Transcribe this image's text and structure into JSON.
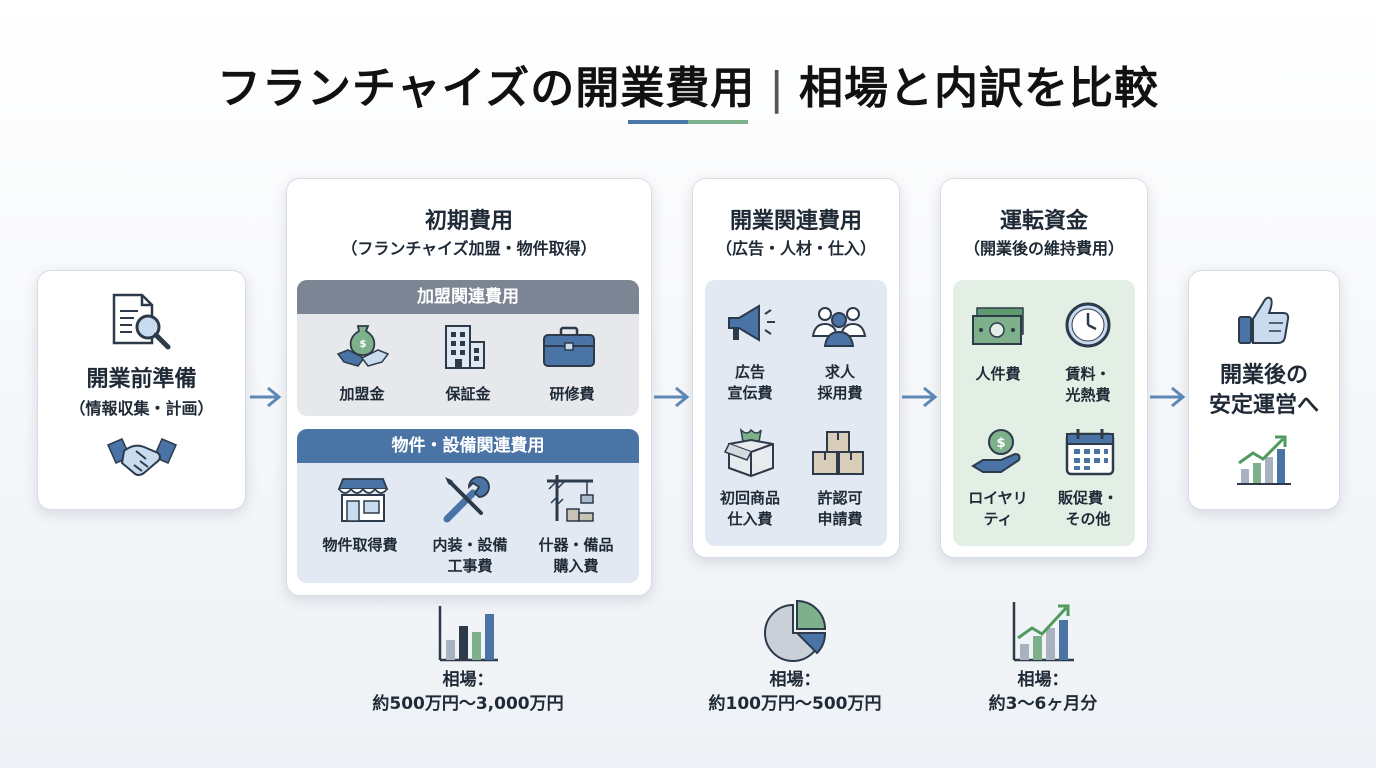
{
  "title": {
    "main": "フランチャイズの開業費用",
    "separator": "|",
    "sub": "相場と内訳を比較"
  },
  "colors": {
    "blue_accent": "#4a76a8",
    "green_accent": "#7fb08c",
    "band_gray": "#7b8593",
    "band_blue": "#4a74a6",
    "panel_blue": "#e2e9f2",
    "panel_green": "#e3efe5",
    "panel_gray": "#e6e8eb"
  },
  "pre": {
    "title": "開業前準備",
    "subtitle": "（情報収集・計画）",
    "icons": [
      "document-magnifier-icon",
      "handshake-icon"
    ]
  },
  "initial": {
    "title": "初期費用",
    "subtitle": "（フランチャイズ加盟・物件取得）",
    "franchise": {
      "header": "加盟関連費用",
      "items": [
        "加盟金",
        "保証金",
        "研修費"
      ]
    },
    "property": {
      "header": "物件・設備関連費用",
      "items": [
        "物件取得費",
        "内装・設備\n工事費",
        "什器・備品\n購入費"
      ]
    },
    "range_label": "相場：",
    "range_value": "約500万円〜3,000万円"
  },
  "opening": {
    "title": "開業関連費用",
    "subtitle": "（広告・人材・仕入）",
    "items": [
      "広告\n宣伝費",
      "求人\n採用費",
      "初回商品\n仕入費",
      "許認可\n申請費"
    ],
    "range_label": "相場：",
    "range_value": "約100万円〜500万円"
  },
  "working": {
    "title": "運転資金",
    "subtitle": "（開業後の維持費用）",
    "items": [
      "人件費",
      "賃料・\n光熱費",
      "ロイヤリ\nティ",
      "販促費・\nその他"
    ],
    "range_label": "相場：",
    "range_value": "約3〜6ヶ月分"
  },
  "post": {
    "title": "開業後の\n安定運営へ"
  }
}
